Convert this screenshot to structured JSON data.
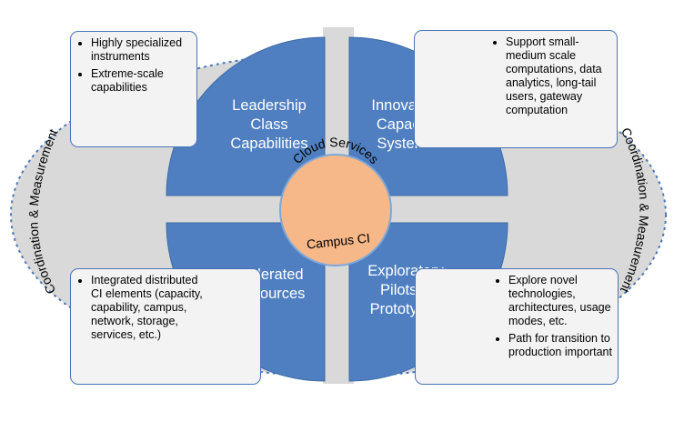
{
  "colors": {
    "quadrant_fill": "#4f7fc0",
    "quadrant_edge": "#3d6aa6",
    "center_fill": "#f6b888",
    "center_edge": "#7da7d8",
    "ring_fill": "#d9d9d9",
    "ring_dash": "#4e78b6",
    "note_fill": "#f3f3f3",
    "note_border": "#4a74b8",
    "cross_fill": "#d9d9d9"
  },
  "quadrants": {
    "top_left": [
      "Leadership",
      "Class",
      "Capabilities"
    ],
    "top_right": [
      "Innovative",
      "Capacity",
      "Systems"
    ],
    "bottom_left": [
      "Federated",
      "Resources"
    ],
    "bottom_right": [
      "Exploratory",
      "Pilots &",
      "Prototypes"
    ]
  },
  "center": {
    "top_label": "Cloud Services",
    "bottom_label": "Campus CI"
  },
  "ring": {
    "left_label": "Coordination & Measurement",
    "right_label": "Coordination & Measurement"
  },
  "notes": {
    "top_left": [
      "Highly specialized instruments",
      "Extreme-scale capabilities"
    ],
    "top_right": [
      "Support small-medium scale computations, data analytics, long-tail users, gateway computation"
    ],
    "bottom_left": [
      "Integrated distributed CI elements (capacity, capability, campus, network, storage, services, etc.)"
    ],
    "bottom_right": [
      "Explore novel technologies, architectures, usage modes, etc.",
      "Path for transition to production important"
    ]
  }
}
